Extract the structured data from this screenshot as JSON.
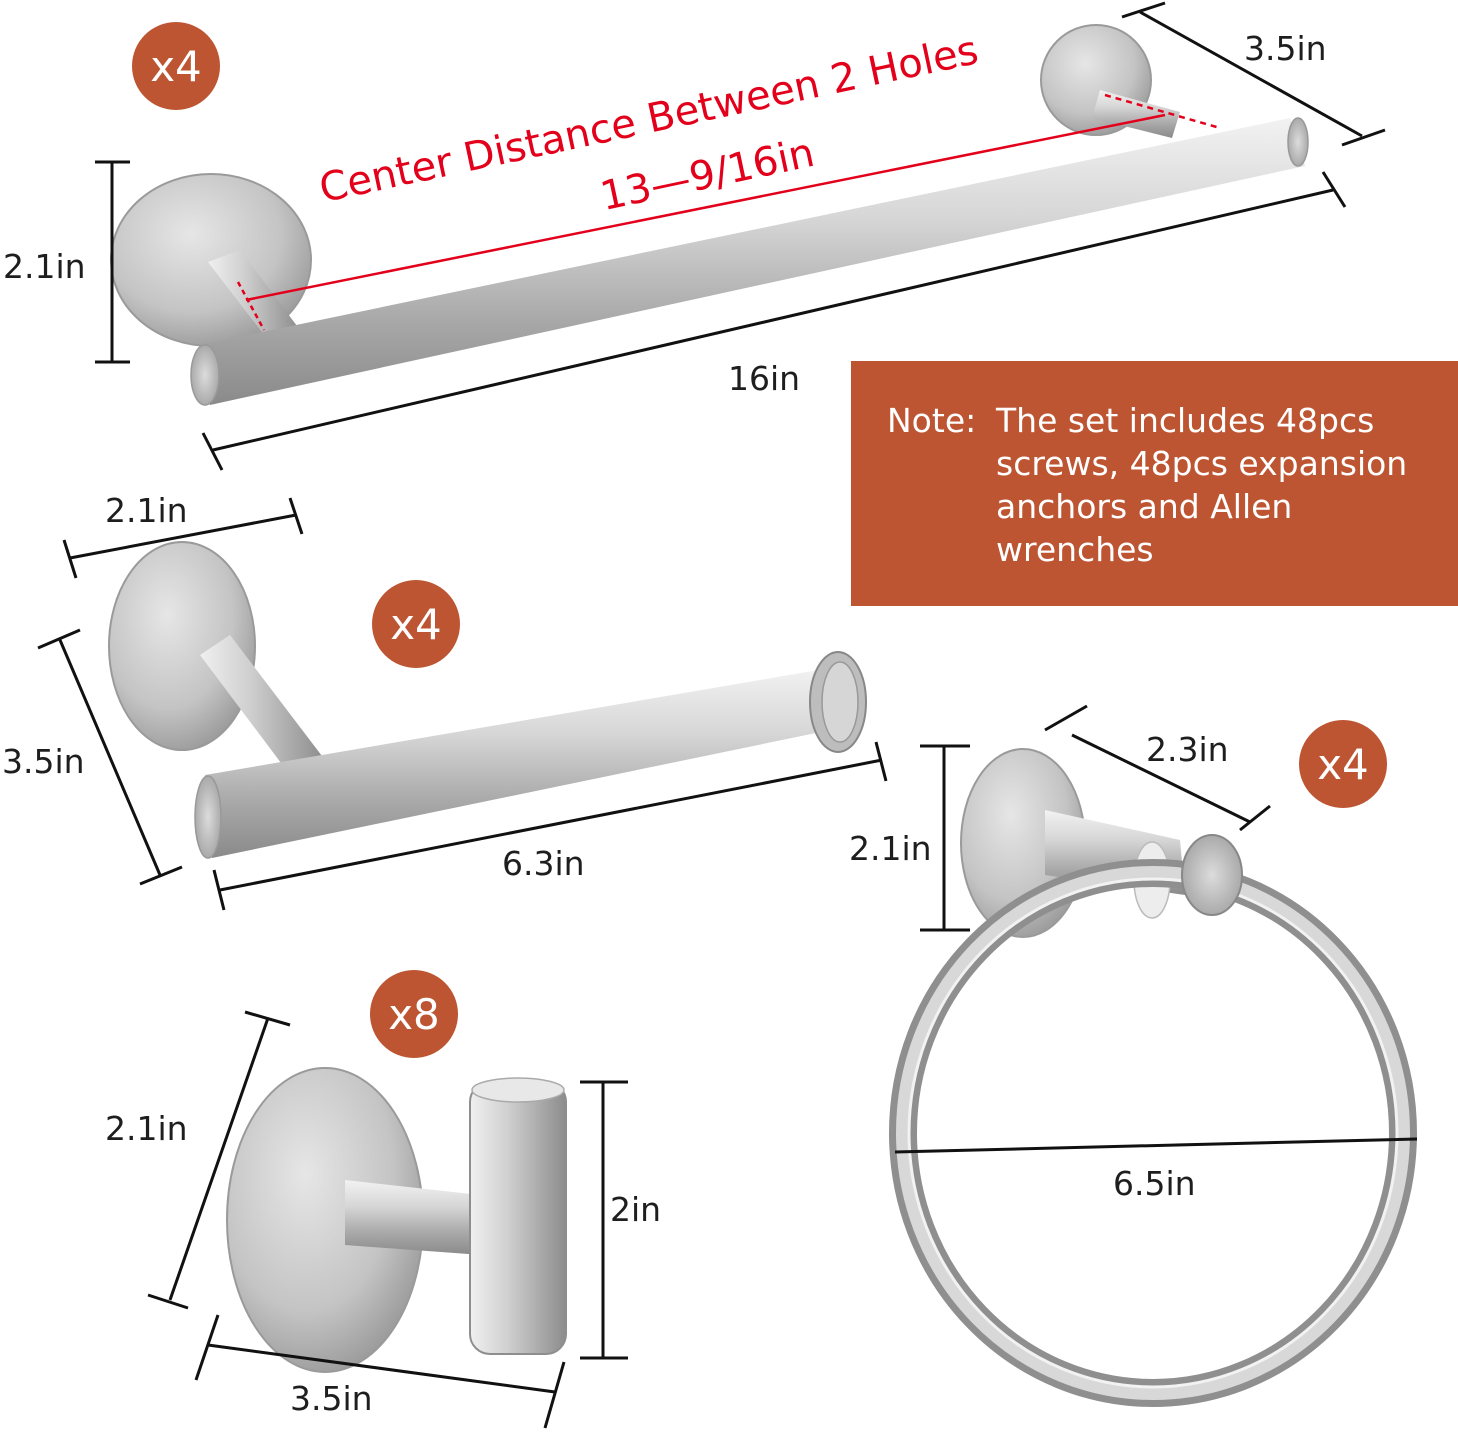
{
  "colors": {
    "accent": "#bd5532",
    "highlight_red": "#e3001b",
    "metal": "#c8c8c8"
  },
  "towel_bar": {
    "count_badge": "x4",
    "title_line1": "Center Distance Between 2 Holes",
    "title_line2": "13—9/16in",
    "height_label": "2.1in",
    "depth_label": "3.5in",
    "length_label": "16in"
  },
  "note": {
    "prefix": "Note:",
    "lines": [
      "The set includes 48pcs",
      "screws, 48pcs expansion",
      "anchors and Allen",
      "wrenches"
    ]
  },
  "paper_holder": {
    "count_badge": "x4",
    "base_label": "2.1in",
    "depth_label": "3.5in",
    "length_label": "6.3in"
  },
  "towel_ring": {
    "count_badge": "x4",
    "depth_label": "2.3in",
    "height_label": "2.1in",
    "diameter_label": "6.5in"
  },
  "robe_hook": {
    "count_badge": "x8",
    "base_label": "2.1in",
    "height_label": "2in",
    "depth_label": "3.5in"
  }
}
